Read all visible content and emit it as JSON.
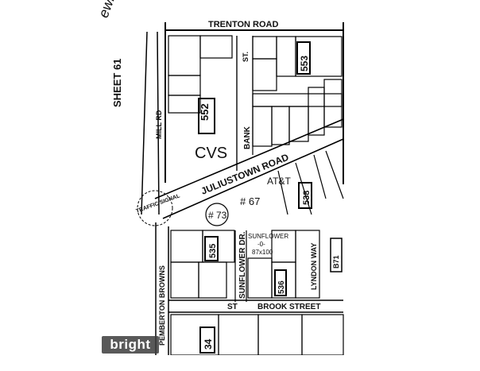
{
  "map": {
    "roads": {
      "trenton": "TRENTON ROAD",
      "juliustown": "JULIUSTOWN ROAD",
      "brook": "BROOK STREET",
      "sunflower": "SUNFLOWER DR.",
      "bank": "BANK",
      "mill": "MILL RD",
      "st_top": "ST.",
      "st_bottom": "ST",
      "edmonton": "PEMBERTON BROWNS",
      "lyndon": "LYNDON WAY"
    },
    "labels": {
      "sheet": "SHEET 61",
      "cvs": "CVS",
      "att": "AT&T",
      "traffic": "TRAFFIC SIGNAL",
      "lot67": "# 67",
      "lot73": "# 73",
      "sunflower_lot": "SUNFLOWER",
      "zero": "-0-",
      "dims": "87x100",
      "signature": "ewl"
    },
    "blocks": {
      "b553": "553",
      "b552": "552",
      "b538": "538",
      "b535": "535",
      "b536": "536",
      "b34": "34",
      "b37": "B71"
    }
  },
  "watermark": {
    "text": "bright MLS"
  }
}
